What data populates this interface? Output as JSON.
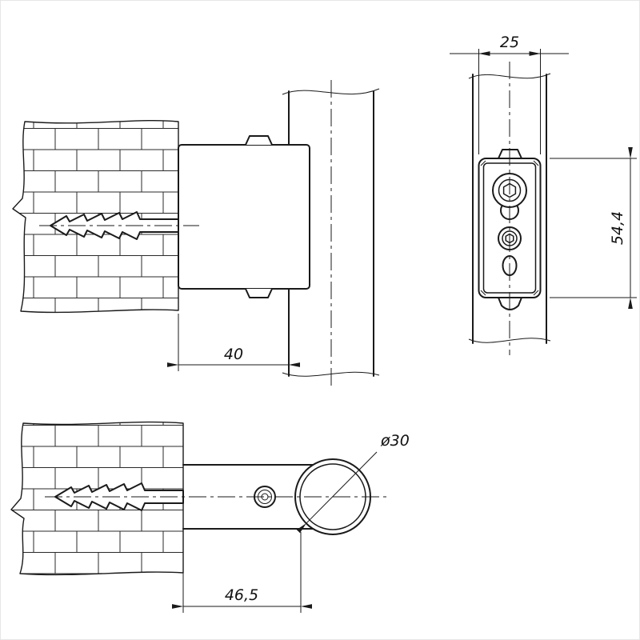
{
  "colors": {
    "line": "#1a1a1a",
    "background": "#ffffff"
  },
  "dimensions": {
    "bracket_depth": "40",
    "bracket_width": "25",
    "bracket_height": "54,4",
    "tube_diameter": "ø30",
    "arm_length": "46,5"
  }
}
